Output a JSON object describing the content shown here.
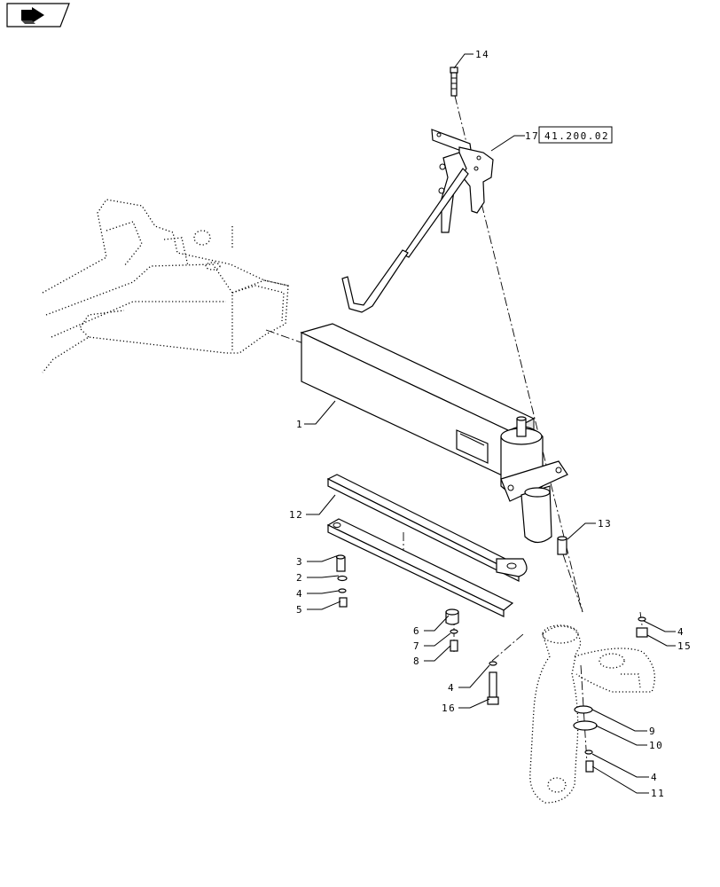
{
  "nav_icon": {
    "name": "next-page-arrow-icon"
  },
  "reference": {
    "item": "17",
    "text": "41.200.02"
  },
  "callouts": [
    {
      "id": "callout-14",
      "text": "14"
    },
    {
      "id": "callout-1",
      "text": "1"
    },
    {
      "id": "callout-12",
      "text": "12"
    },
    {
      "id": "callout-3",
      "text": "3"
    },
    {
      "id": "callout-2",
      "text": "2"
    },
    {
      "id": "callout-4a",
      "text": "4"
    },
    {
      "id": "callout-5",
      "text": "5"
    },
    {
      "id": "callout-13",
      "text": "13"
    },
    {
      "id": "callout-6",
      "text": "6"
    },
    {
      "id": "callout-7",
      "text": "7"
    },
    {
      "id": "callout-8",
      "text": "8"
    },
    {
      "id": "callout-4b",
      "text": "4"
    },
    {
      "id": "callout-16",
      "text": "16"
    },
    {
      "id": "callout-4c",
      "text": "4"
    },
    {
      "id": "callout-15",
      "text": "15"
    },
    {
      "id": "callout-9",
      "text": "9"
    },
    {
      "id": "callout-10",
      "text": "10"
    },
    {
      "id": "callout-4d",
      "text": "4"
    },
    {
      "id": "callout-11",
      "text": "11"
    }
  ]
}
